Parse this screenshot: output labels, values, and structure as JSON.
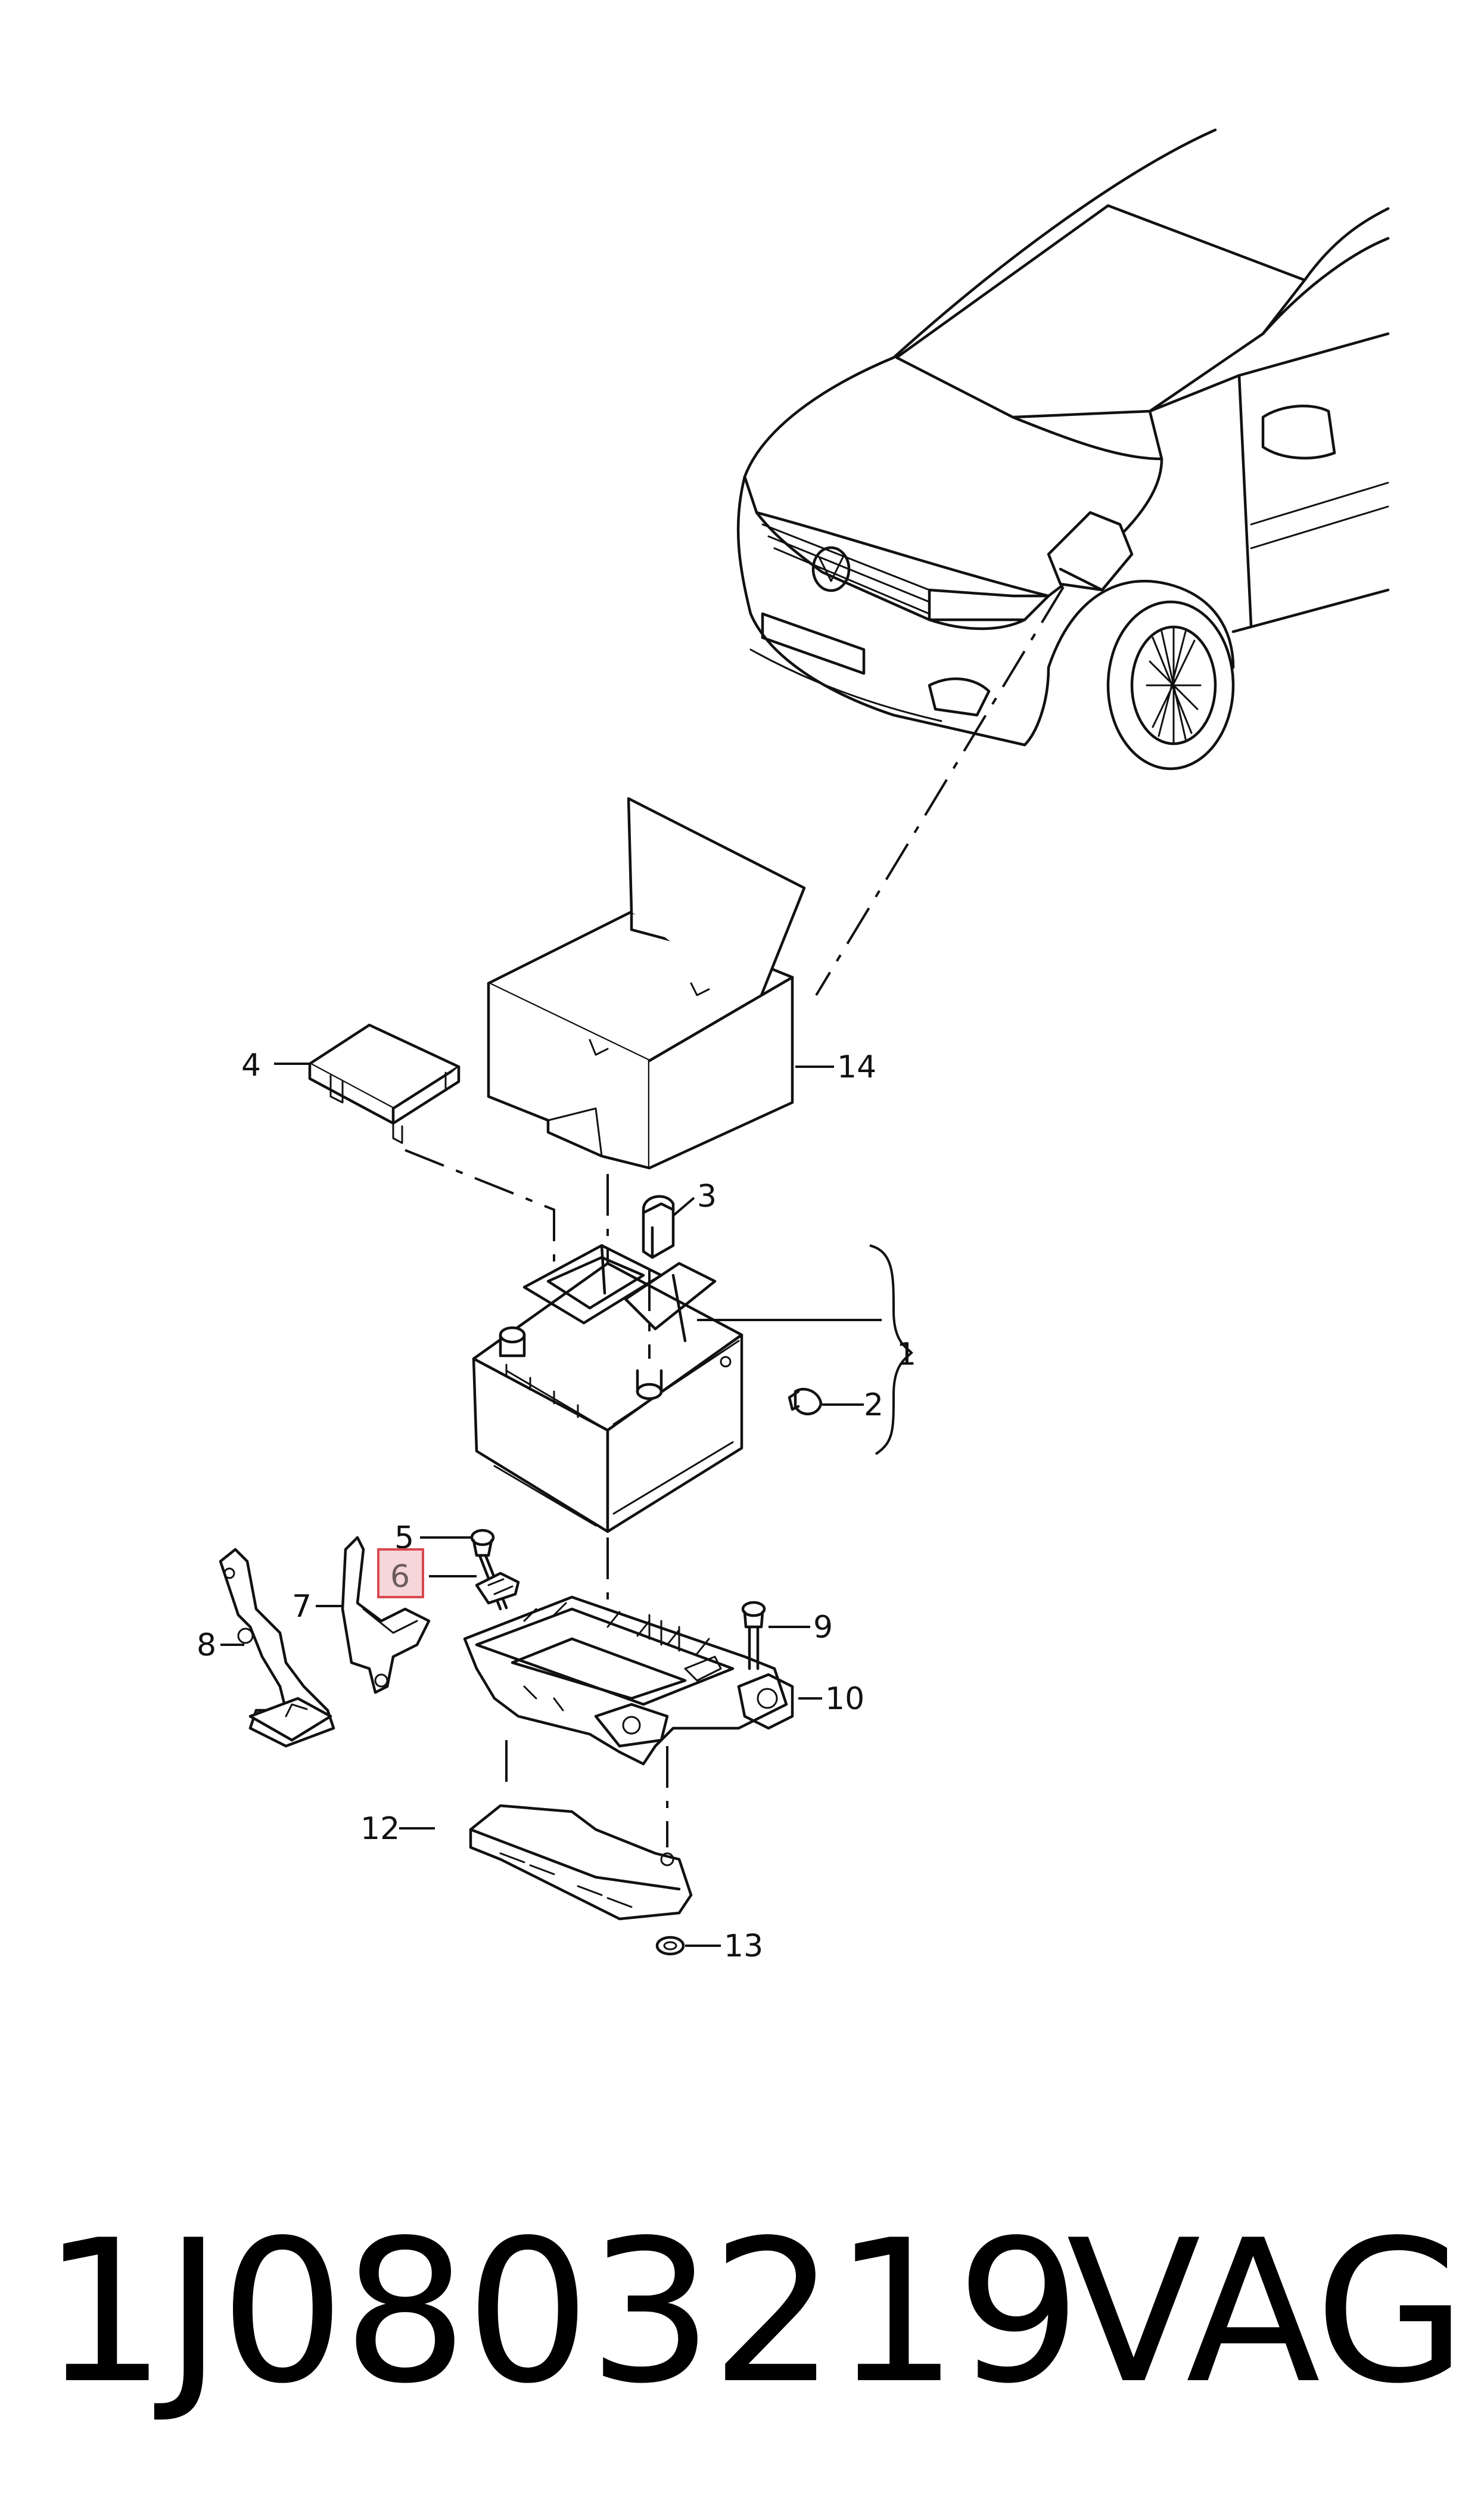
{
  "callouts": {
    "c1": "1",
    "c2": "2",
    "c3": "3",
    "c4": "4",
    "c5": "5",
    "c6": "6",
    "c7": "7",
    "c8": "8",
    "c9": "9",
    "c10": "10",
    "c12": "12",
    "c13": "13",
    "c14": "14"
  },
  "highlighted_callout": "6",
  "footer": {
    "part_number": "1J0803219",
    "brand": "VAG"
  }
}
